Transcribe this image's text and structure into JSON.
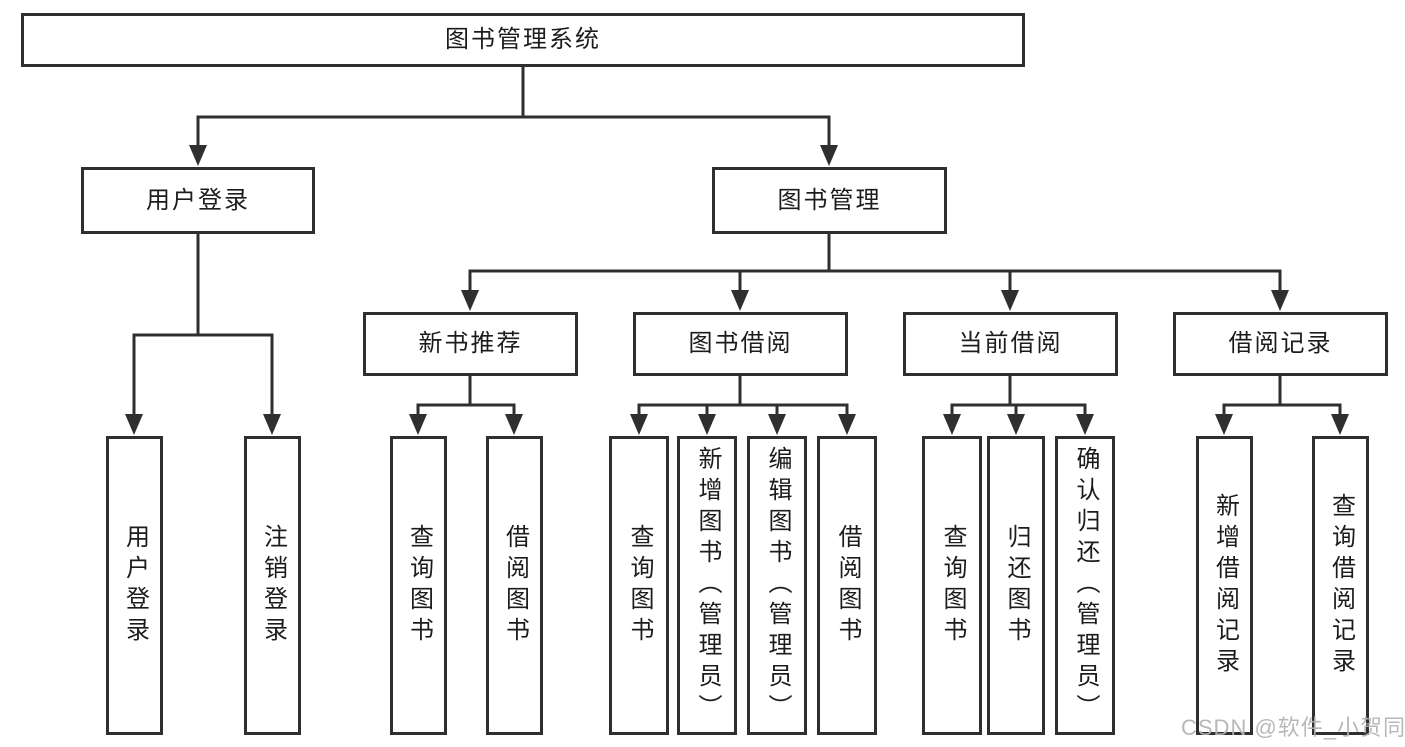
{
  "colors": {
    "line": "#2f2f2f",
    "text": "#1c1c1c",
    "background": "#ffffff",
    "watermark": "#b3b3b3"
  },
  "watermark": "CSDN @软件_小贺同学",
  "root": {
    "label": "图书管理系统"
  },
  "branches": [
    {
      "label": "用户登录",
      "children": [
        {
          "label": "用户登录"
        },
        {
          "label": "注销登录"
        }
      ]
    },
    {
      "label": "图书管理",
      "children": [
        {
          "label": "新书推荐",
          "children": [
            {
              "label": "查询图书"
            },
            {
              "label": "借阅图书"
            }
          ]
        },
        {
          "label": "图书借阅",
          "children": [
            {
              "label": "查询图书"
            },
            {
              "label": "新增图书（管理员）"
            },
            {
              "label": "编辑图书（管理员）"
            },
            {
              "label": "借阅图书"
            }
          ]
        },
        {
          "label": "当前借阅",
          "children": [
            {
              "label": "查询图书"
            },
            {
              "label": "归还图书"
            },
            {
              "label": "确认归还（管理员）"
            }
          ]
        },
        {
          "label": "借阅记录",
          "children": [
            {
              "label": "新增借阅记录"
            },
            {
              "label": "查询借阅记录"
            }
          ]
        }
      ]
    }
  ]
}
